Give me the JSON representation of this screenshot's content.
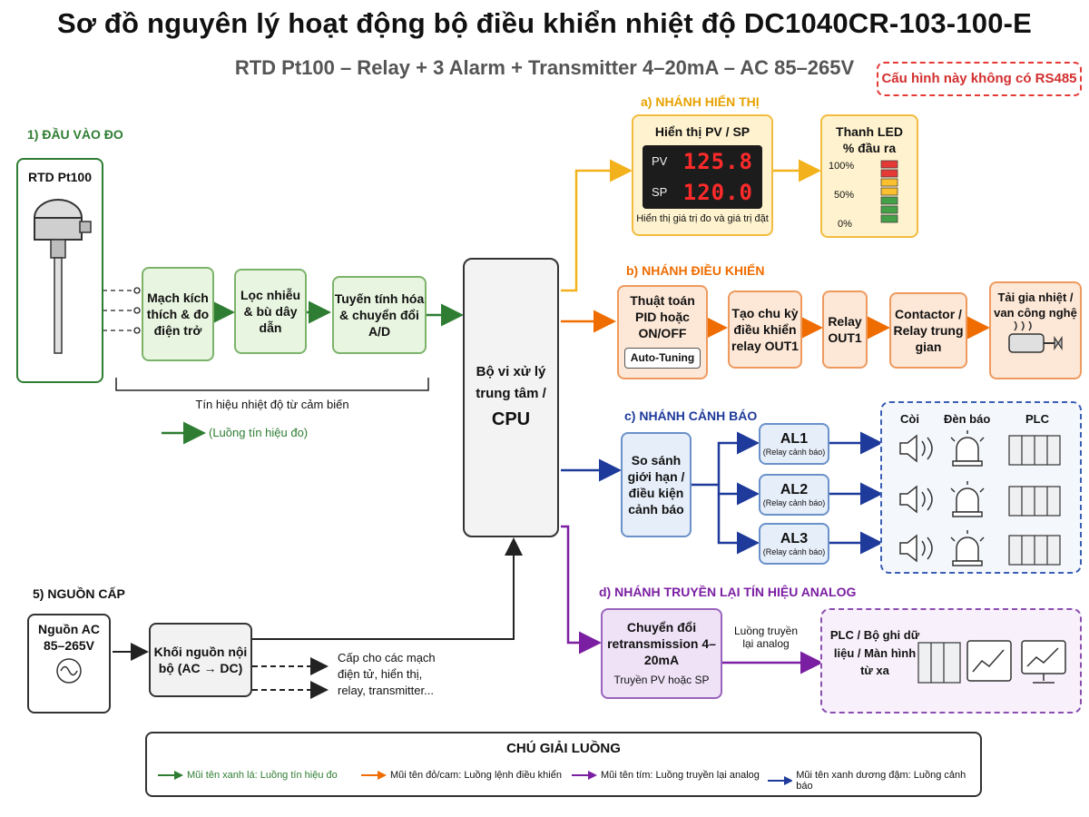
{
  "title": "Sơ đồ nguyên lý hoạt động bộ điều khiển nhiệt độ DC1040CR-103-100-E",
  "subtitle": "RTD Pt100 – Relay + 3 Alarm + Transmitter 4–20mA – AC 85–265V",
  "rs485_note": "Cấu hình này không có RS485",
  "colors": {
    "green": "#2e7d32",
    "orange": "#ef6c00",
    "purple": "#7b1fa2",
    "blue": "#1e3a9a",
    "yellow": "#f3b21b"
  },
  "input": {
    "section": "1) ĐẦU VÀO ĐO",
    "sensor_label": "RTD Pt100",
    "excite": "Mạch kích thích & đo điện trở",
    "filter": "Lọc nhiễu & bù dây dẫn",
    "linear": "Tuyến tính hóa & chuyển đổi A/D",
    "bracket_text": "Tín hiệu nhiệt độ từ cảm biến",
    "flow_label": "(Luồng tín hiệu đo)"
  },
  "cpu": {
    "line1": "Bộ vi xử lý",
    "line2": "trung tâm /",
    "line3": "CPU"
  },
  "display": {
    "section": "a) NHÁNH HIỂN THỊ",
    "title": "Hiển thị PV / SP",
    "pv_label": "PV",
    "pv_value": "125.8",
    "sp_label": "SP",
    "sp_value": "120.0",
    "caption": "Hiển thị giá trị đo và giá trị đặt",
    "led_title": "Thanh LED % đầu ra",
    "led_100": "100%",
    "led_50": "50%",
    "led_0": "0%"
  },
  "control": {
    "section": "b) NHÁNH ĐIỀU KHIỂN",
    "pid": "Thuật toán PID hoặc ON/OFF",
    "autotune": "Auto-Tuning",
    "cycle": "Tạo chu kỳ điều khiển relay OUT1",
    "relay": "Relay OUT1",
    "contactor": "Contactor / Relay trung gian",
    "load": "Tải gia nhiệt / van công nghệ"
  },
  "alarm": {
    "section": "c) NHÁNH CẢNH BÁO",
    "compare": "So sánh giới hạn / điều kiện cảnh báo",
    "items": [
      {
        "name": "AL1",
        "sub": "(Relay cảnh báo)"
      },
      {
        "name": "AL2",
        "sub": "(Relay cảnh báo)"
      },
      {
        "name": "AL3",
        "sub": "(Relay cảnh báo)"
      }
    ],
    "col_horn": "Còi",
    "col_lamp": "Đèn báo",
    "col_plc": "PLC"
  },
  "analog": {
    "section": "d) NHÁNH TRUYỀN LẠI TÍN HIỆU ANALOG",
    "box_title": "Chuyển đổi retransmission 4–20mA",
    "box_sub": "Truyền PV hoặc SP",
    "arrow_label": "Luồng truyền lại analog",
    "dest": "PLC / Bộ ghi dữ liệu / Màn hình từ xa"
  },
  "power": {
    "section": "5) NGUỒN CẤP",
    "source": "Nguồn AC 85–265V",
    "internal": "Khối nguồn nội bộ (AC → DC)",
    "supply_text": "Cấp cho các mạch điện tử, hiển thị, relay, transmitter..."
  },
  "legend": {
    "title": "CHÚ GIẢI LUỒNG",
    "green": "Mũi tên xanh lá: Luồng tín hiệu đo",
    "orange": "Mũi tên đỏ/cam: Luồng lệnh điều khiển",
    "purple": "Mũi tên tím: Luồng truyền lại analog",
    "blue": "Mũi tên xanh dương đậm: Luồng cảnh báo"
  }
}
